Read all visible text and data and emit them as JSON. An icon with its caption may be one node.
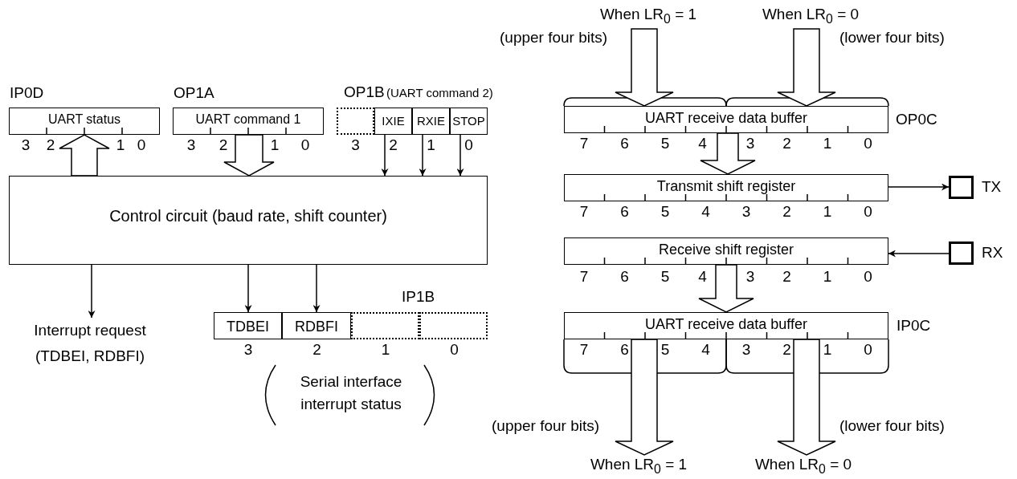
{
  "diagram": {
    "nodes": [
      {
        "text": [
          "IP0D",
          "UART status"
        ]
      },
      {
        "text": [
          "OP1A",
          "UART command 1"
        ]
      },
      {
        "text": [
          "OP1B",
          "(UART command 2)"
        ]
      },
      {
        "text": [],
        "shape": "box",
        "in": 2
      },
      {
        "text": [
          "IXIE"
        ],
        "in": 2
      },
      {
        "text": [
          "RXIE"
        ],
        "in": 2
      },
      {
        "text": [
          "STOP"
        ],
        "in": 2
      },
      {
        "text": [
          "Control circuit (baud rate, shift counter)"
        ]
      },
      {
        "text": [
          "Interrupt request (TDBEI, RDBFI)"
        ]
      },
      {
        "text": [
          "IP1B"
        ]
      },
      {
        "text": [
          "TDBEI"
        ],
        "in": 9
      },
      {
        "text": [
          "RDBFI"
        ],
        "in": 9
      },
      {
        "text": [],
        "shape": "box",
        "in": 9
      },
      {
        "text": [],
        "shape": "box",
        "in": 9
      },
      {
        "text": [
          "UART receive data buffer"
        ],
        "beside": [
          "OP0C"
        ]
      },
      {
        "text": [
          "Transmit shift register"
        ]
      },
      {
        "text": [
          "Receive shift register"
        ]
      },
      {
        "text": [
          "UART receive data buffer"
        ],
        "beside": [
          "IP0C"
        ]
      },
      {
        "text": [],
        "shape": "box",
        "beside": [
          "TX"
        ]
      },
      {
        "text": [],
        "shape": "box",
        "beside": [
          "RX"
        ]
      },
      {
        "text": [
          "When LR$_{0}$ = 1"
        ],
        "beside": [
          "(upper four bits)"
        ]
      },
      {
        "text": [
          "When LR$_{0}$ = 0"
        ],
        "beside": [
          "(lower four bits)"
        ]
      },
      {
        "text": [
          "When LR$_{0}$ = 1"
        ],
        "beside": [
          "(upper four bits)"
        ]
      },
      {
        "text": [
          "When LR$_{0}$ = 0"
        ],
        "beside": [
          "(lower four bits)"
        ]
      }
    ],
    "edges": [
      {
        "from": 7,
        "to": 0,
        "arrow": "to",
        "style": "thick"
      },
      {
        "from": 1,
        "to": 7,
        "arrow": "to",
        "style": "thick"
      },
      {
        "from": 4,
        "to": 7,
        "arrow": "to"
      },
      {
        "from": 5,
        "to": 7,
        "arrow": "to"
      },
      {
        "from": 6,
        "to": 7,
        "arrow": "to"
      },
      {
        "from": 7,
        "to": 8,
        "arrow": "to"
      },
      {
        "from": 7,
        "to": 10,
        "arrow": "to"
      },
      {
        "from": 7,
        "to": 11,
        "arrow": "to"
      },
      {
        "from": 14,
        "to": 15,
        "arrow": "to",
        "style": "thick"
      },
      {
        "from": 15,
        "to": 18,
        "arrow": "to"
      },
      {
        "from": 19,
        "to": 16,
        "arrow": "to"
      },
      {
        "from": 16,
        "to": 17,
        "arrow": "to",
        "style": "thick"
      },
      {
        "from": 20,
        "to": 14,
        "arrow": "to",
        "style": "thick"
      },
      {
        "from": 21,
        "to": 14,
        "arrow": "to",
        "style": "thick"
      },
      {
        "from": 17,
        "to": 22,
        "arrow": "to",
        "style": "thick"
      },
      {
        "from": 17,
        "to": 23,
        "arrow": "to",
        "style": "thick"
      }
    ],
    "labels": [
      "3",
      "2",
      "1",
      "0",
      "3",
      "2",
      "1",
      "0",
      "3",
      "2",
      "1",
      "0",
      "3",
      "2",
      "1",
      "0",
      "7",
      "6",
      "5",
      "4",
      "3",
      "2",
      "1",
      "0",
      "7",
      "6",
      "5",
      "4",
      "3",
      "2",
      "1",
      "0",
      "7",
      "6",
      "5",
      "4",
      "3",
      "2",
      "1",
      "0",
      "7",
      "6",
      "5",
      "4",
      "3",
      "2",
      "1",
      "0",
      "Serial interface interrupt status"
    ]
  }
}
